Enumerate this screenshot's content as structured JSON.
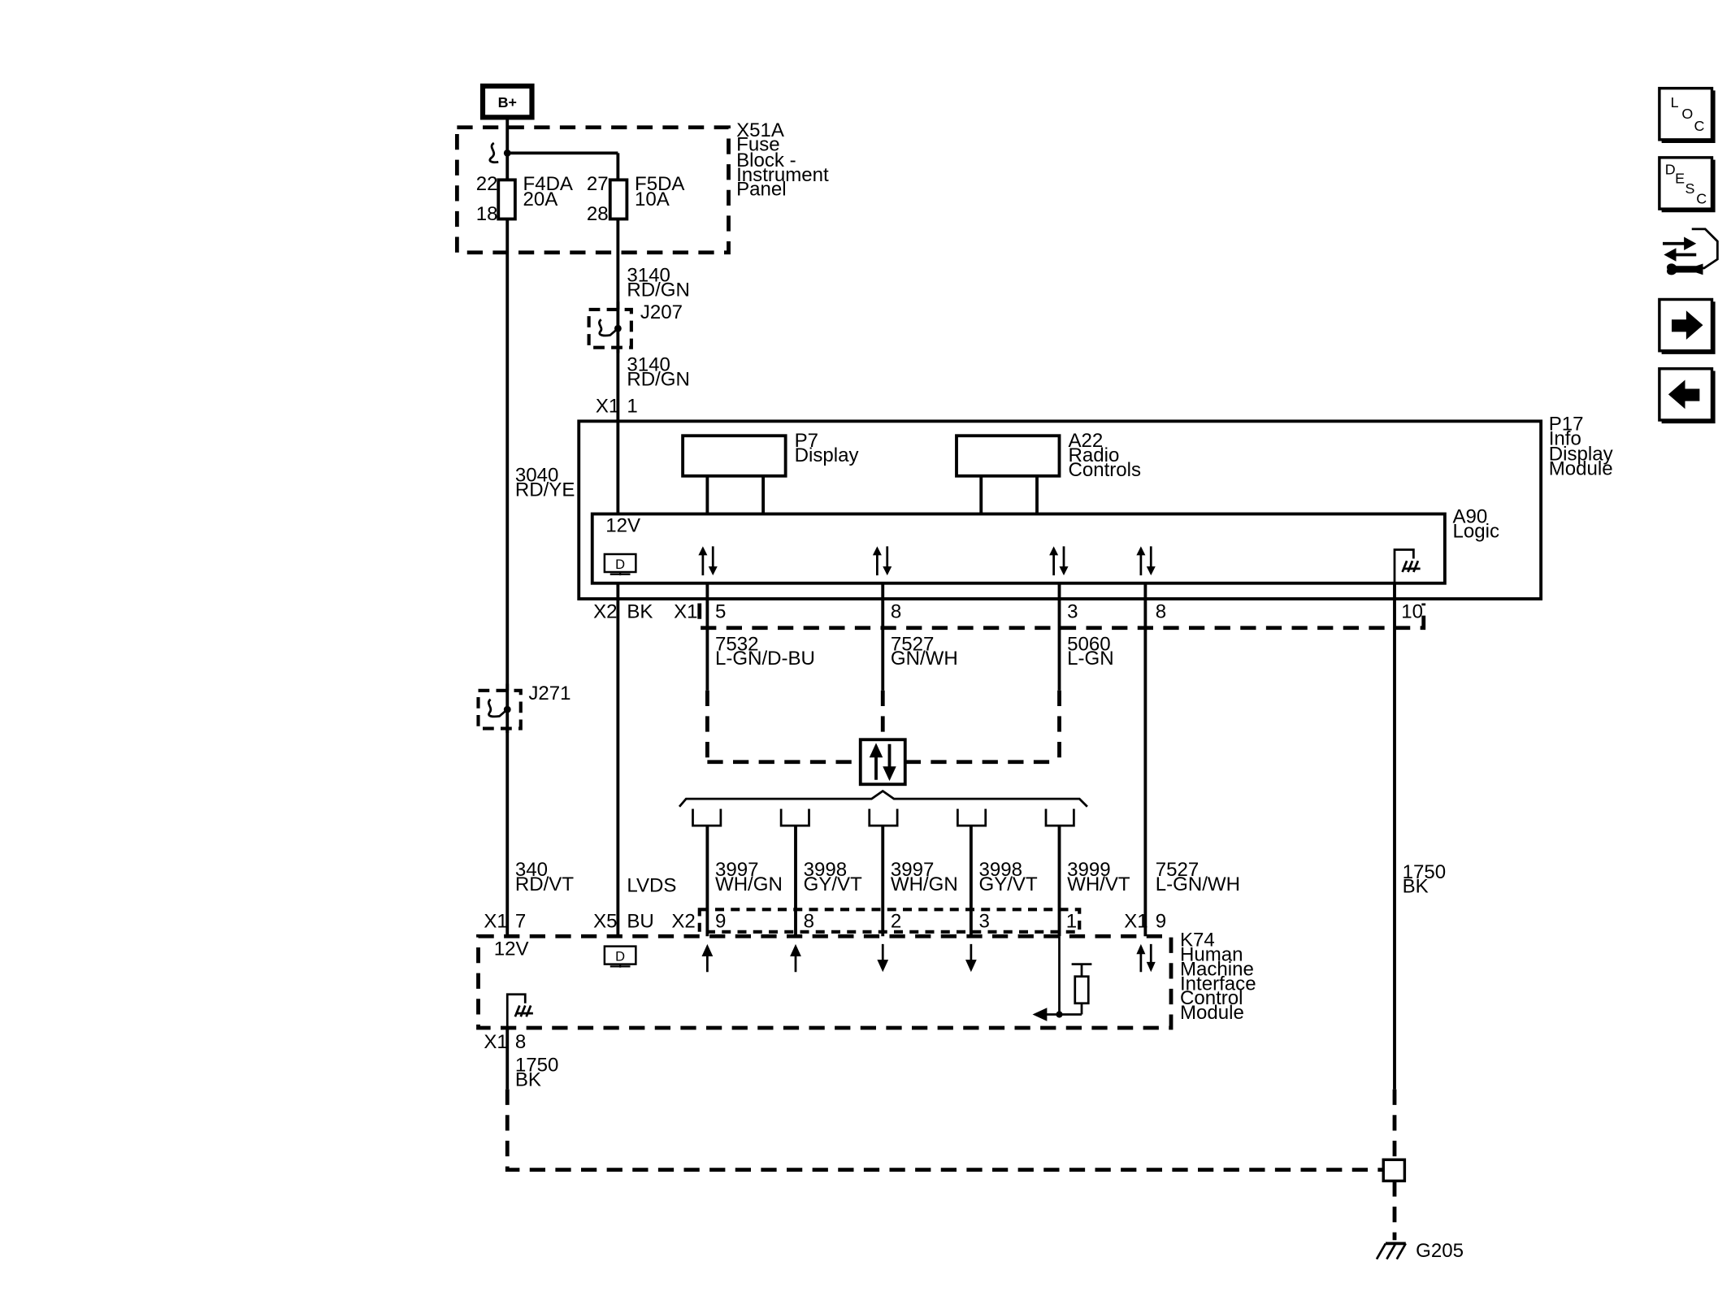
{
  "power": {
    "battery_label": "B+"
  },
  "fuse_block": {
    "id": "X51A",
    "name_lines": [
      "Fuse",
      "Block -",
      "Instrument",
      "Panel"
    ],
    "fuses": [
      {
        "name": "F4DA",
        "rating": "20A",
        "pin_in": "22",
        "pin_out": "18"
      },
      {
        "name": "F5DA",
        "rating": "10A",
        "pin_in": "27",
        "pin_out": "28"
      }
    ]
  },
  "splices": {
    "upper": "J207",
    "lower": "J271"
  },
  "wires": {
    "w3140_upper": {
      "circuit": "3140",
      "color": "RD/GN"
    },
    "w3140_lower": {
      "circuit": "3140",
      "color": "RD/GN"
    },
    "w3040": {
      "circuit": "3040",
      "color": "RD/YE"
    },
    "w340": {
      "circuit": "340",
      "color": "RD/VT"
    },
    "w1750_k74": {
      "circuit": "1750",
      "color": "BK"
    },
    "w1750_p17": {
      "circuit": "1750",
      "color": "BK"
    },
    "lvds": "LVDS",
    "bk": "BK",
    "bu": "BU",
    "upper_bus": [
      {
        "circuit": "7532",
        "color": "L-GN/D-BU"
      },
      {
        "circuit": "7527",
        "color": "GN/WH"
      },
      {
        "circuit": "5060",
        "color": "L-GN"
      }
    ],
    "lower_bus": [
      {
        "circuit": "3997",
        "color": "WH/GN"
      },
      {
        "circuit": "3998",
        "color": "GY/VT"
      },
      {
        "circuit": "3997",
        "color": "WH/GN"
      },
      {
        "circuit": "3998",
        "color": "GY/VT"
      },
      {
        "circuit": "3999",
        "color": "WH/VT"
      }
    ],
    "w7527_direct": {
      "circuit": "7527",
      "color": "L-GN/WH"
    }
  },
  "p17": {
    "id": "P17",
    "name_lines": [
      "Info",
      "Display",
      "Module"
    ],
    "sub_p7": {
      "id": "P7",
      "name": "Display"
    },
    "sub_a22": {
      "id": "A22",
      "name_lines": [
        "Radio",
        "Controls"
      ]
    },
    "sub_a90": {
      "id": "A90",
      "name": "Logic",
      "voltage": "12V"
    },
    "connectors": {
      "x1_top": "X1",
      "x1_top_pin": "1",
      "x2": "X2",
      "x1_bottom": "X1",
      "bottom_pins": [
        "5",
        "8",
        "3",
        "8",
        "10"
      ]
    },
    "video_icon": "D"
  },
  "k74": {
    "id": "K74",
    "name_lines": [
      "Human",
      "Machine",
      "Interface",
      "Control",
      "Module"
    ],
    "voltage": "12V",
    "video_icon": "D",
    "connectors": {
      "x1_pwr": "X1",
      "x1_pwr_pin": "7",
      "x5": "X5",
      "x2": "X2",
      "x2_pins": [
        "9",
        "8",
        "2",
        "3",
        "1"
      ],
      "x1_bus": "X1",
      "x1_bus_pin": "9",
      "x1_gnd": "X1",
      "x1_gnd_pin": "8"
    }
  },
  "ground": {
    "id": "G205"
  },
  "nav": {
    "loc": [
      "L",
      "O",
      "C"
    ],
    "desc": [
      "D",
      "E",
      "S",
      "C"
    ]
  }
}
